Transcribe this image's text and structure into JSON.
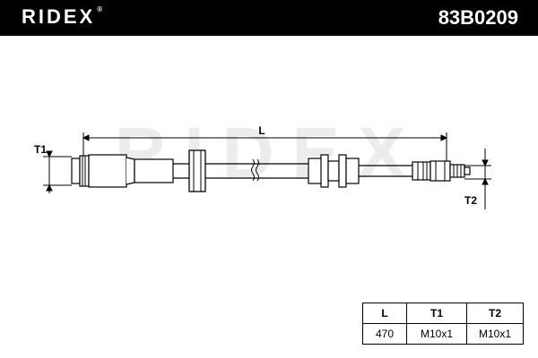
{
  "header": {
    "brand": "RIDEX",
    "brand_mark": "®",
    "part_number": "83B0209"
  },
  "drawing": {
    "label_length": "L",
    "label_thread_1": "T1",
    "label_thread_2": "T2",
    "watermark": "RIDEX"
  },
  "spec_table": {
    "headers": [
      "L",
      "T1",
      "T2"
    ],
    "values": [
      "470",
      "M10x1",
      "M10x1"
    ]
  },
  "colors": {
    "header_bg": "#000000",
    "line": "#000000",
    "watermark": "#ececec"
  }
}
